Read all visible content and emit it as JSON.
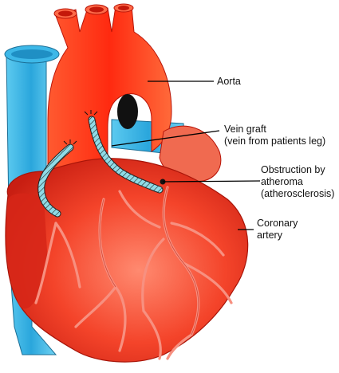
{
  "labels": {
    "aorta": "Aorta",
    "vein_graft": {
      "line1": "Vein graft",
      "line2": "(vein from patients leg)"
    },
    "obstruction": {
      "line1": "Obstruction by",
      "line2": "atheroma",
      "line3": "(atherosclerosis)"
    },
    "coronary_artery": {
      "line1": "Coronary",
      "line2": "artery"
    }
  },
  "colors": {
    "aorta": "#ff3b1a",
    "vena_cava": "#3cb8e6",
    "heart_body": "#f4442a",
    "coronary_vessels": "#f79080",
    "vein_graft": "#7fd3e0",
    "leader_lines": "#000000"
  }
}
